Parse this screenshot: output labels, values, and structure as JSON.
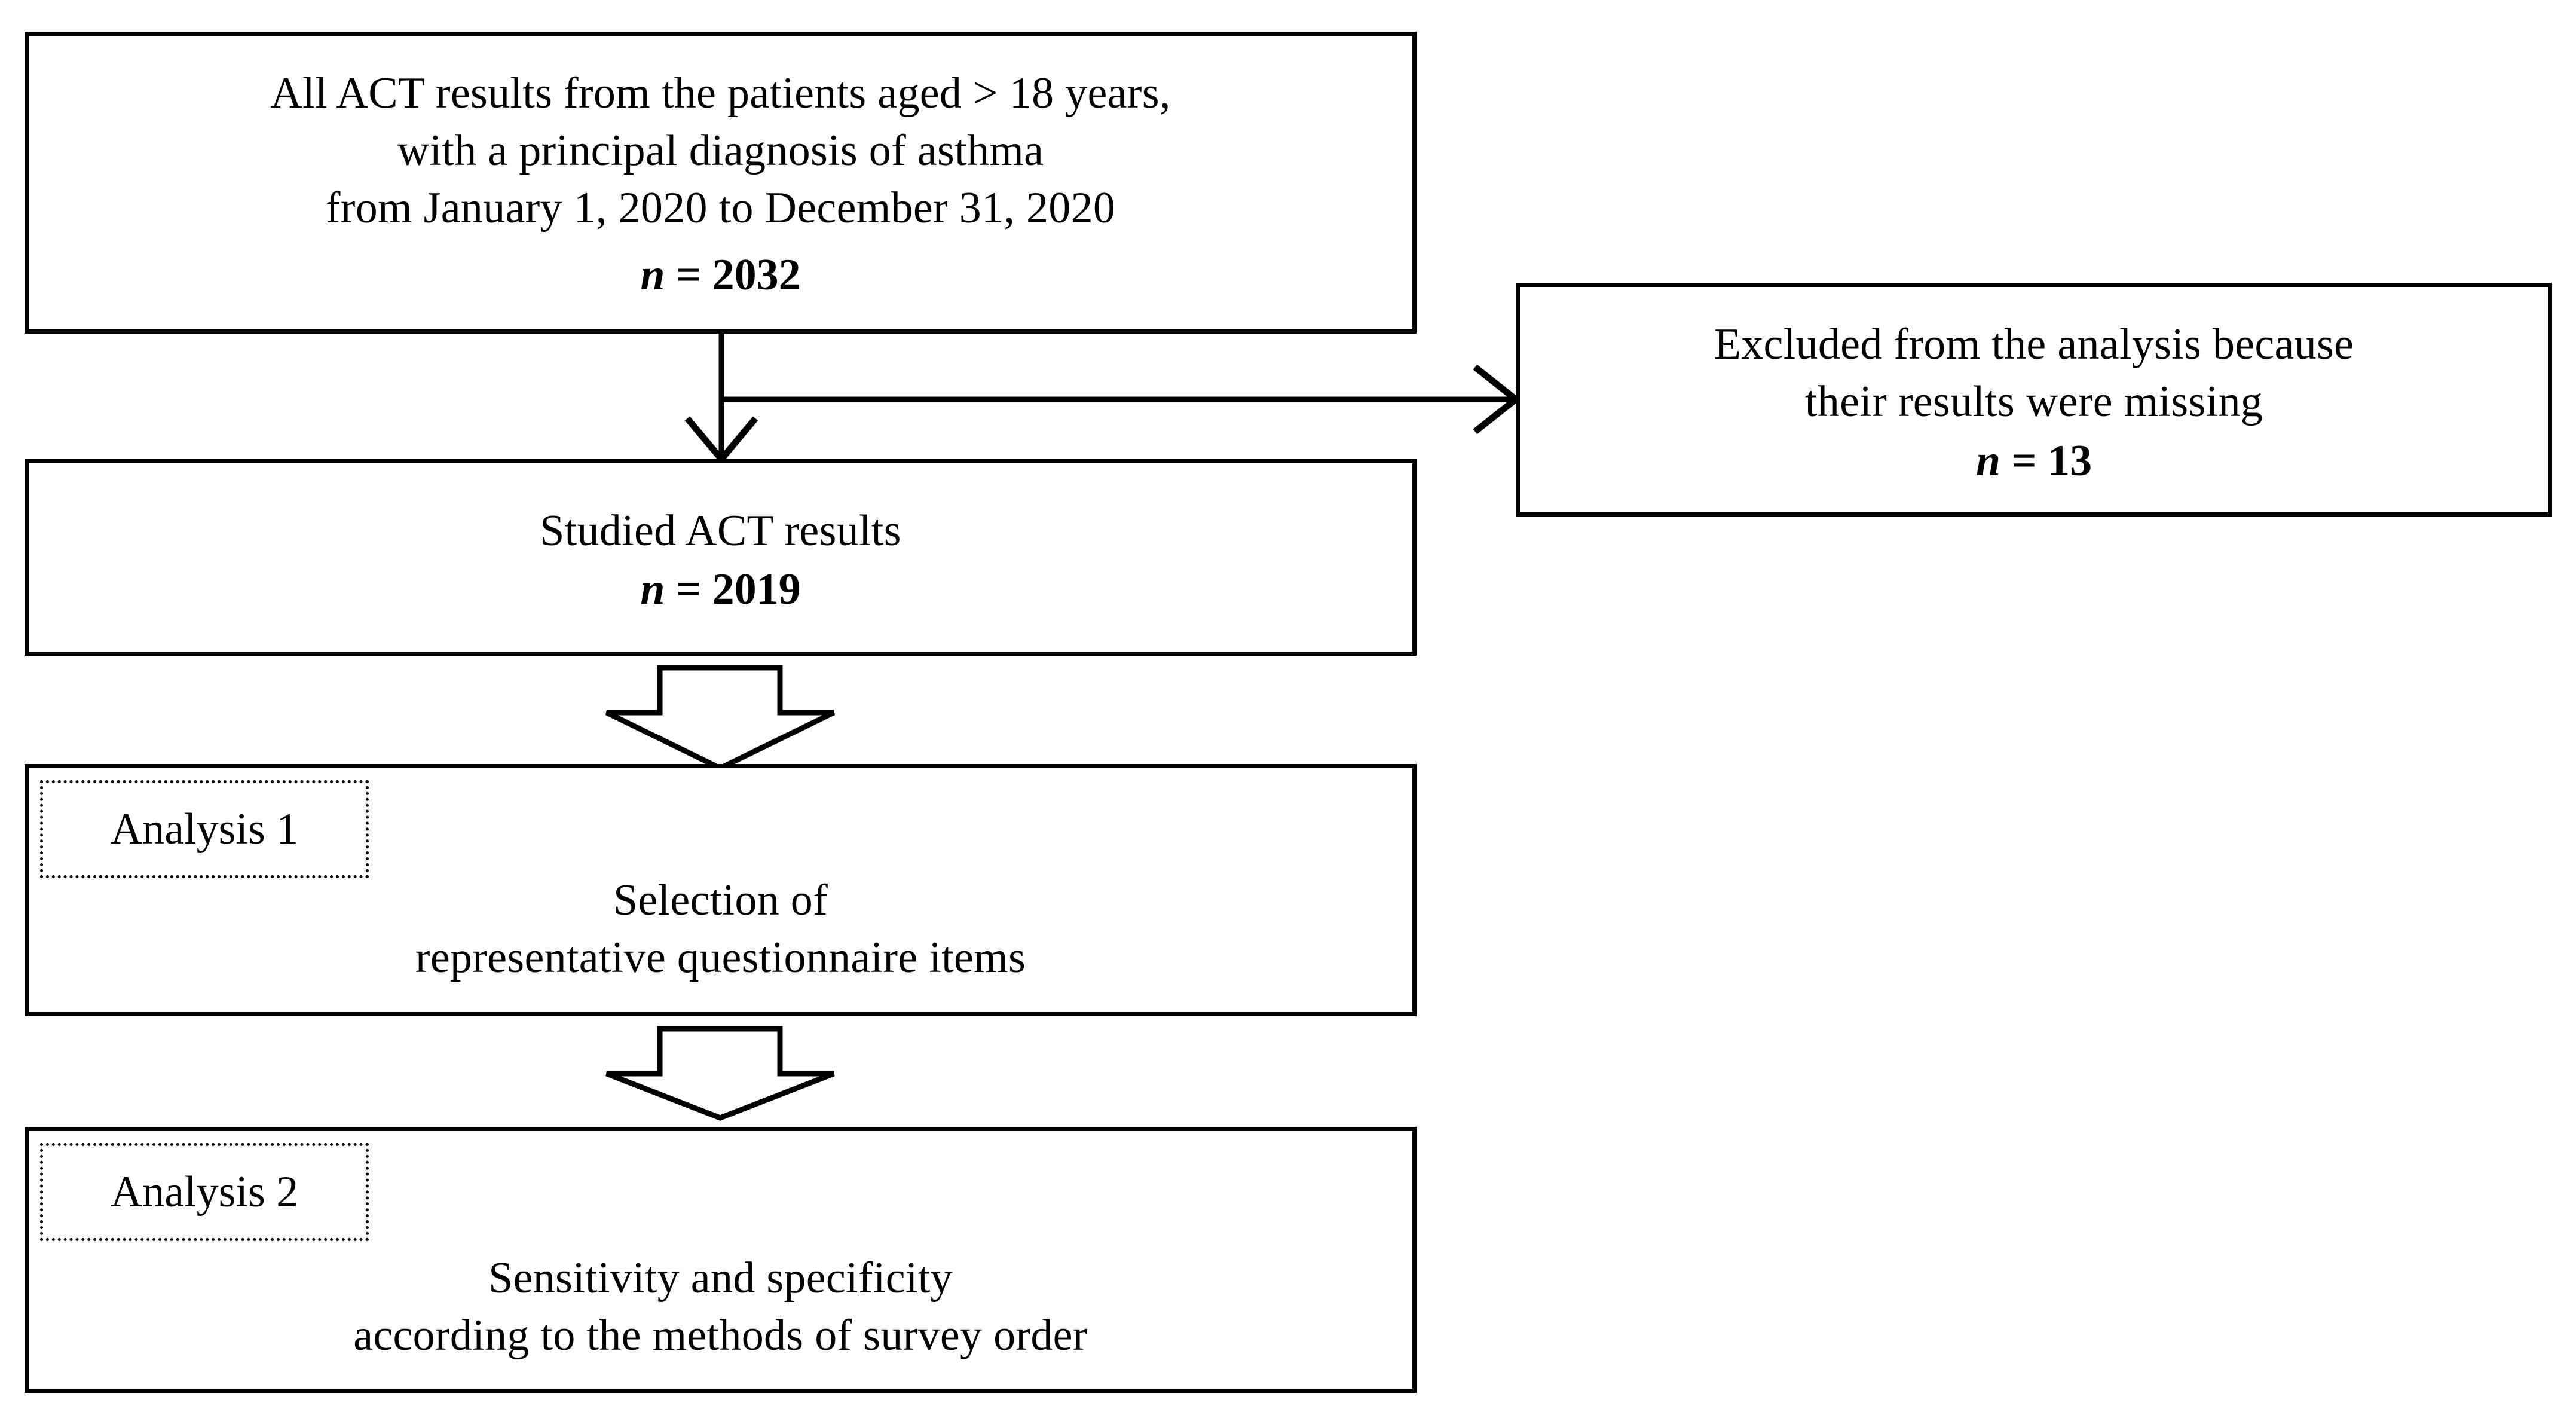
{
  "figure": {
    "type": "flowchart",
    "orientation": "vertical",
    "background_color": "#ffffff",
    "line_color": "#000000",
    "text_color": "#000000"
  },
  "boxes": {
    "source": {
      "text": "All ACT results from the patients aged > 18 years,\nwith a principal diagnosis of asthma\nfrom January 1, 2020 to December 31, 2020",
      "n_label": "n",
      "n_equals": " = ",
      "n_value": "2032"
    },
    "excluded": {
      "text": "Excluded from the analysis because\ntheir results were missing",
      "n_label": "n",
      "n_equals": " = ",
      "n_value": "13"
    },
    "studied": {
      "text": "Studied ACT results",
      "n_label": "n",
      "n_equals": " = ",
      "n_value": "2019"
    },
    "analysis1": {
      "tag": "Analysis 1",
      "text": "Selection of\nrepresentative questionnaire items"
    },
    "analysis2": {
      "tag": "Analysis 2",
      "text": "Sensitivity and specificity\naccording to the methods of survey order"
    }
  },
  "connectors": [
    {
      "name": "source-to-studied",
      "style": "thin-line-with-open-arrowhead",
      "from": "source",
      "to": "studied",
      "direction": "down"
    },
    {
      "name": "source-to-excluded",
      "style": "thin-line-with-open-arrowhead",
      "from": "source",
      "to": "excluded",
      "direction": "right"
    },
    {
      "name": "studied-to-analysis1",
      "style": "hollow-block-arrow",
      "from": "studied",
      "to": "analysis1",
      "direction": "down"
    },
    {
      "name": "analysis1-to-analysis2",
      "style": "hollow-block-arrow",
      "from": "analysis1",
      "to": "analysis2",
      "direction": "down"
    }
  ]
}
